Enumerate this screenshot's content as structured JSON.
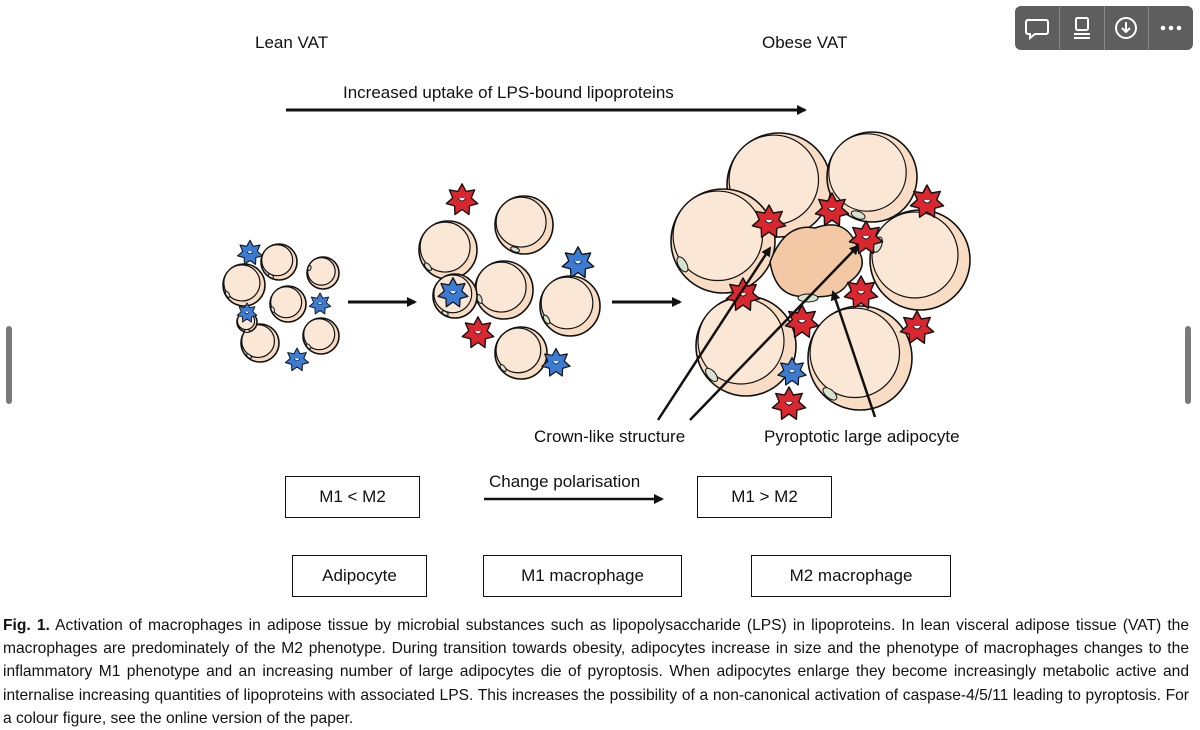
{
  "toolbar": {
    "buttons": [
      {
        "name": "comment-icon"
      },
      {
        "name": "document-icon"
      },
      {
        "name": "download-icon"
      },
      {
        "name": "more-icon"
      }
    ]
  },
  "diagram": {
    "stage_left": "Lean VAT",
    "stage_right": "Obese VAT",
    "top_arrow_label": "Increased uptake of LPS-bound lipoproteins",
    "crown_label": "Crown-like structure",
    "pyroptotic_label": "Pyroptotic large adipocyte",
    "ratio_left": "M1 < M2",
    "ratio_right": "M1 > M2",
    "polarisation_label": "Change polarisation",
    "legend": {
      "adipocyte": "Adipocyte",
      "m1": "M1 macrophage",
      "m2": "M2 macrophage"
    },
    "colors": {
      "adipocyte_fill": "#f8dcc4",
      "adipocyte_core": "#fbe7d6",
      "nucleus": "#d7e3cf",
      "m1_red": "#d9262f",
      "m2_blue": "#3b7bd4",
      "crown_center": "#f2c9a4"
    }
  },
  "caption": {
    "label": "Fig. 1.",
    "text": " Activation of macrophages in adipose tissue by microbial substances such as lipopolysaccharide (LPS) in lipoproteins. In lean visceral adipose tissue (VAT) the macrophages are predominately of the M2 phenotype. During transition towards obesity, adipocytes increase in size and the phenotype of macrophages changes to the inflammatory M1 phenotype and an increasing number of large adipocytes die of pyroptosis. When adipocytes enlarge they become increasingly metabolic active and internalise increasing quantities of lipoproteins with associated LPS. This increases the possibility of a non-canonical activation of caspase-4/5/11 leading to pyroptosis. For a colour figure, see the online version of the paper."
  }
}
